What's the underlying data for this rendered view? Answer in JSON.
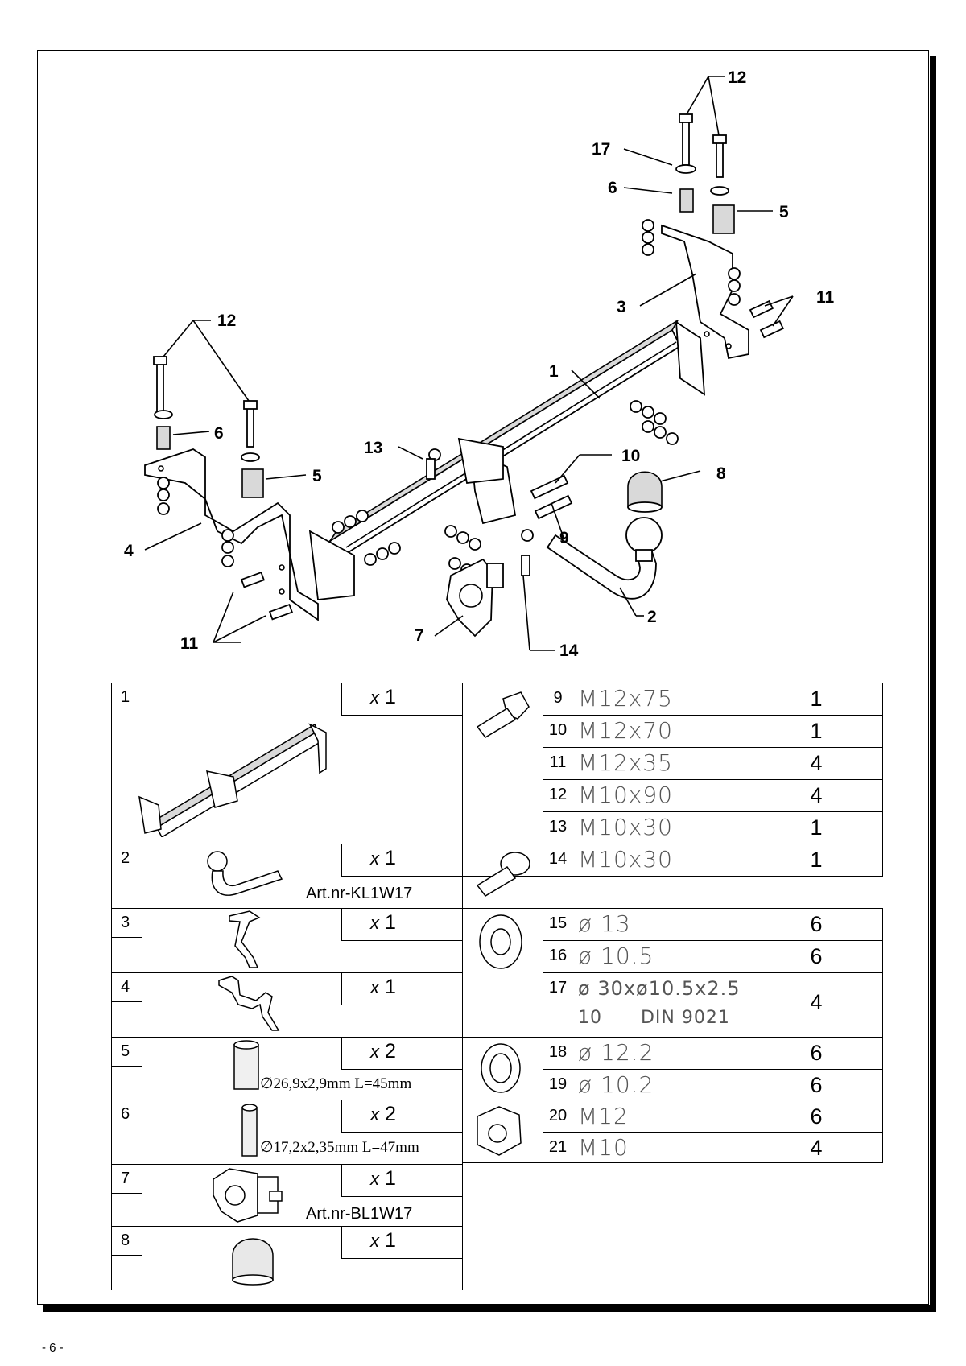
{
  "footer": {
    "page_label": "- 6 -"
  },
  "callouts": [
    {
      "id": "c12a",
      "label": "12"
    },
    {
      "id": "c17",
      "label": "17"
    },
    {
      "id": "c6a",
      "label": "6"
    },
    {
      "id": "c5a",
      "label": "5"
    },
    {
      "id": "c3",
      "label": "3"
    },
    {
      "id": "c11a",
      "label": "11"
    },
    {
      "id": "c12b",
      "label": "12"
    },
    {
      "id": "c6b",
      "label": "6"
    },
    {
      "id": "c1",
      "label": "1"
    },
    {
      "id": "c13",
      "label": "13"
    },
    {
      "id": "c10",
      "label": "10"
    },
    {
      "id": "c8",
      "label": "8"
    },
    {
      "id": "c5b",
      "label": "5"
    },
    {
      "id": "c4",
      "label": "4"
    },
    {
      "id": "c9",
      "label": "9"
    },
    {
      "id": "c11b",
      "label": "11"
    },
    {
      "id": "c7",
      "label": "7"
    },
    {
      "id": "c2",
      "label": "2"
    },
    {
      "id": "c14",
      "label": "14"
    }
  ],
  "left_parts": [
    {
      "index": "1",
      "qty": "1",
      "article": "",
      "dims": "",
      "icon": "crossbar-icon"
    },
    {
      "index": "2",
      "qty": "1",
      "article": "Art.nr-KL1W17",
      "dims": "",
      "icon": "towball-arm-icon"
    },
    {
      "index": "3",
      "qty": "1",
      "article": "",
      "dims": "",
      "icon": "right-bracket-icon"
    },
    {
      "index": "4",
      "qty": "1",
      "article": "",
      "dims": "",
      "icon": "left-bracket-icon"
    },
    {
      "index": "5",
      "qty": "2",
      "article": "",
      "dims": "∅26,9x2,9mm L=45mm",
      "icon": "large-tube-icon"
    },
    {
      "index": "6",
      "qty": "2",
      "article": "",
      "dims": "∅17,2x2,35mm L=47mm",
      "icon": "small-tube-icon"
    },
    {
      "index": "7",
      "qty": "1",
      "article": "Art.nr-BL1W17",
      "dims": "",
      "icon": "socket-plate-icon"
    },
    {
      "index": "8",
      "qty": "1",
      "article": "",
      "dims": "",
      "icon": "ball-cap-icon"
    }
  ],
  "qty_prefix": "x",
  "right_parts": [
    {
      "index": "9",
      "spec": "M12x75",
      "count": "1"
    },
    {
      "index": "10",
      "spec": "M12x70",
      "count": "1"
    },
    {
      "index": "11",
      "spec": "M12x35",
      "count": "4"
    },
    {
      "index": "12",
      "spec": "M10x90",
      "count": "4"
    },
    {
      "index": "13",
      "spec": "M10x30",
      "count": "1"
    },
    {
      "index": "14",
      "spec": "M10x30",
      "count": "1"
    },
    {
      "index": "15",
      "spec": "ø 13",
      "count": "6"
    },
    {
      "index": "16",
      "spec": "ø 10.5",
      "count": "6"
    },
    {
      "index": "17",
      "spec": "ø 30xø10.5x2.5",
      "spec_line2": "10      DIN 9021",
      "count": "4"
    },
    {
      "index": "18",
      "spec": "ø 12.2",
      "count": "6"
    },
    {
      "index": "19",
      "spec": "ø 10.2",
      "count": "6"
    },
    {
      "index": "20",
      "spec": "M12",
      "count": "6"
    },
    {
      "index": "21",
      "spec": "M10",
      "count": "4"
    }
  ],
  "group_icons": [
    "hex-bolt-icon",
    "socket-bolt-icon",
    "flat-washer-icon",
    "spring-washer-icon",
    "hex-nut-icon"
  ]
}
